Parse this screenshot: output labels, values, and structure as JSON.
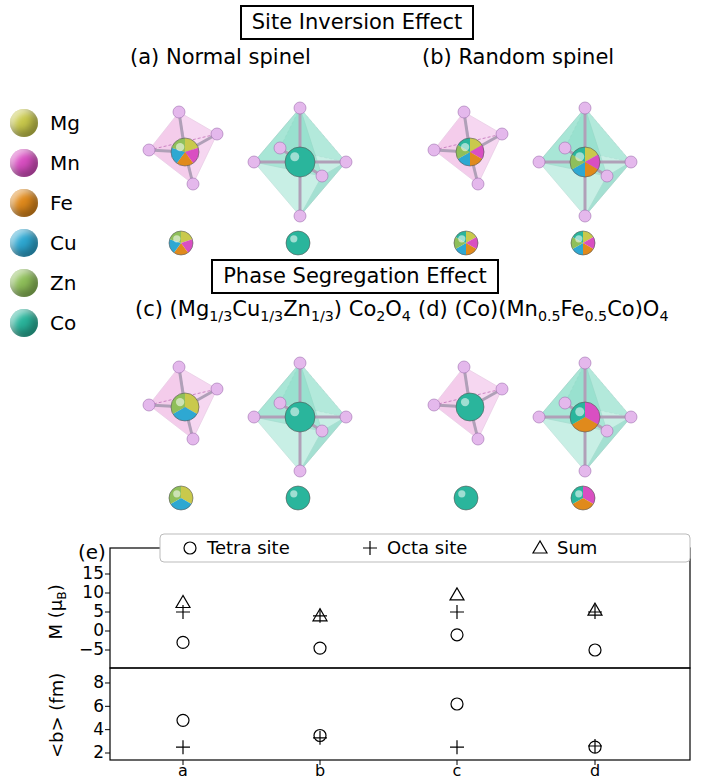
{
  "diagram": {
    "nodes": [
      {
        "text": [
          "Site Inversion Effect"
        ]
      },
      {
        "text": [
          "Phase Segregation Effect"
        ]
      }
    ],
    "labels": [
      "(a) Normal spinel",
      "(b) Random spinel",
      "(c) (Mg1/3Cu1/3Zn1/3) Co2O4",
      "(d) (Co)(Mn0.5Fe0.5Co)O4",
      "(e)",
      "15",
      "10",
      "5",
      "0",
      "−5",
      "8",
      "6",
      "4",
      "2",
      "a",
      "b",
      "c",
      "d",
      "M (μB)",
      "<b> (fm)"
    ],
    "legend": [
      {
        "text": "Mg",
        "color": "#c9c94c"
      },
      {
        "text": "Mn",
        "color": "#d94fc2"
      },
      {
        "text": "Fe",
        "color": "#e08a1c"
      },
      {
        "text": "Cu",
        "color": "#2ea8d2"
      },
      {
        "text": "Zn",
        "color": "#8fbf5a"
      },
      {
        "text": "Co",
        "color": "#2ab59c"
      },
      {
        "text": "Tetra site"
      },
      {
        "text": "Octa site"
      },
      {
        "text": "Sum"
      }
    ]
  }
}
